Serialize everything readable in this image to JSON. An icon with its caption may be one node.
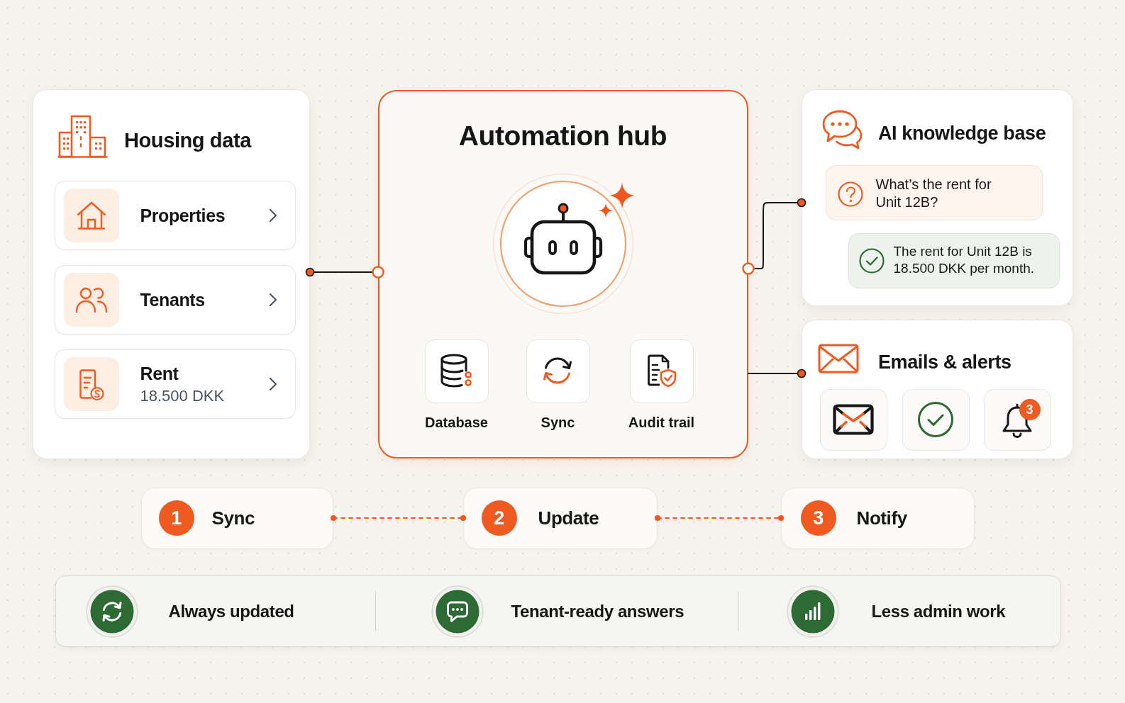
{
  "diagram": {
    "nodes": [
      {
        "text": [
          "Housing data"
        ]
      },
      {
        "text": [
          "Properties"
        ],
        "in": 0
      },
      {
        "text": [
          "Tenants"
        ],
        "in": 0
      },
      {
        "text": [
          "Rent",
          "18.500 DKK"
        ],
        "in": 0
      },
      {
        "text": [
          "Automation hub"
        ]
      },
      {
        "text": [
          "Database"
        ],
        "in": 4
      },
      {
        "text": [
          "Sync"
        ],
        "in": 4
      },
      {
        "text": [
          "Audit trail"
        ],
        "in": 4
      },
      {
        "text": [
          "AI knowledge base"
        ]
      },
      {
        "text": [
          "What’s the rent for Unit 12B?"
        ],
        "in": 8
      },
      {
        "text": [
          "The rent for Unit 12B is 18.500 DKK per month."
        ],
        "in": 8
      },
      {
        "text": [
          "Emails & alerts"
        ]
      },
      {
        "text": [],
        "shape": "box",
        "in": 11
      },
      {
        "text": [],
        "shape": "box",
        "in": 11
      },
      {
        "text": [],
        "shape": "box",
        "in": 11
      },
      {
        "text": [
          "3"
        ],
        "in": 14
      },
      {
        "text": [
          "Sync"
        ]
      },
      {
        "text": [
          "1"
        ],
        "in": 16
      },
      {
        "text": [
          "Update"
        ]
      },
      {
        "text": [
          "2"
        ],
        "in": 18
      },
      {
        "text": [
          "Notify"
        ]
      },
      {
        "text": [
          "3"
        ],
        "in": 20
      },
      {
        "text": [
          "Always updated",
          "Tenant-ready answers",
          "Less admin work"
        ]
      }
    ],
    "edges": [
      {
        "from": 0,
        "to": 4,
        "arrow": "other"
      },
      {
        "from": 4,
        "to": 8,
        "arrow": "other"
      },
      {
        "from": 4,
        "to": 11,
        "arrow": "other"
      },
      {
        "from": 16,
        "to": 18,
        "arrow": "other",
        "style": "dashed",
        "color": "#f0561e"
      },
      {
        "from": 18,
        "to": 20,
        "arrow": "other",
        "style": "dashed",
        "color": "#f0561e"
      }
    ]
  }
}
